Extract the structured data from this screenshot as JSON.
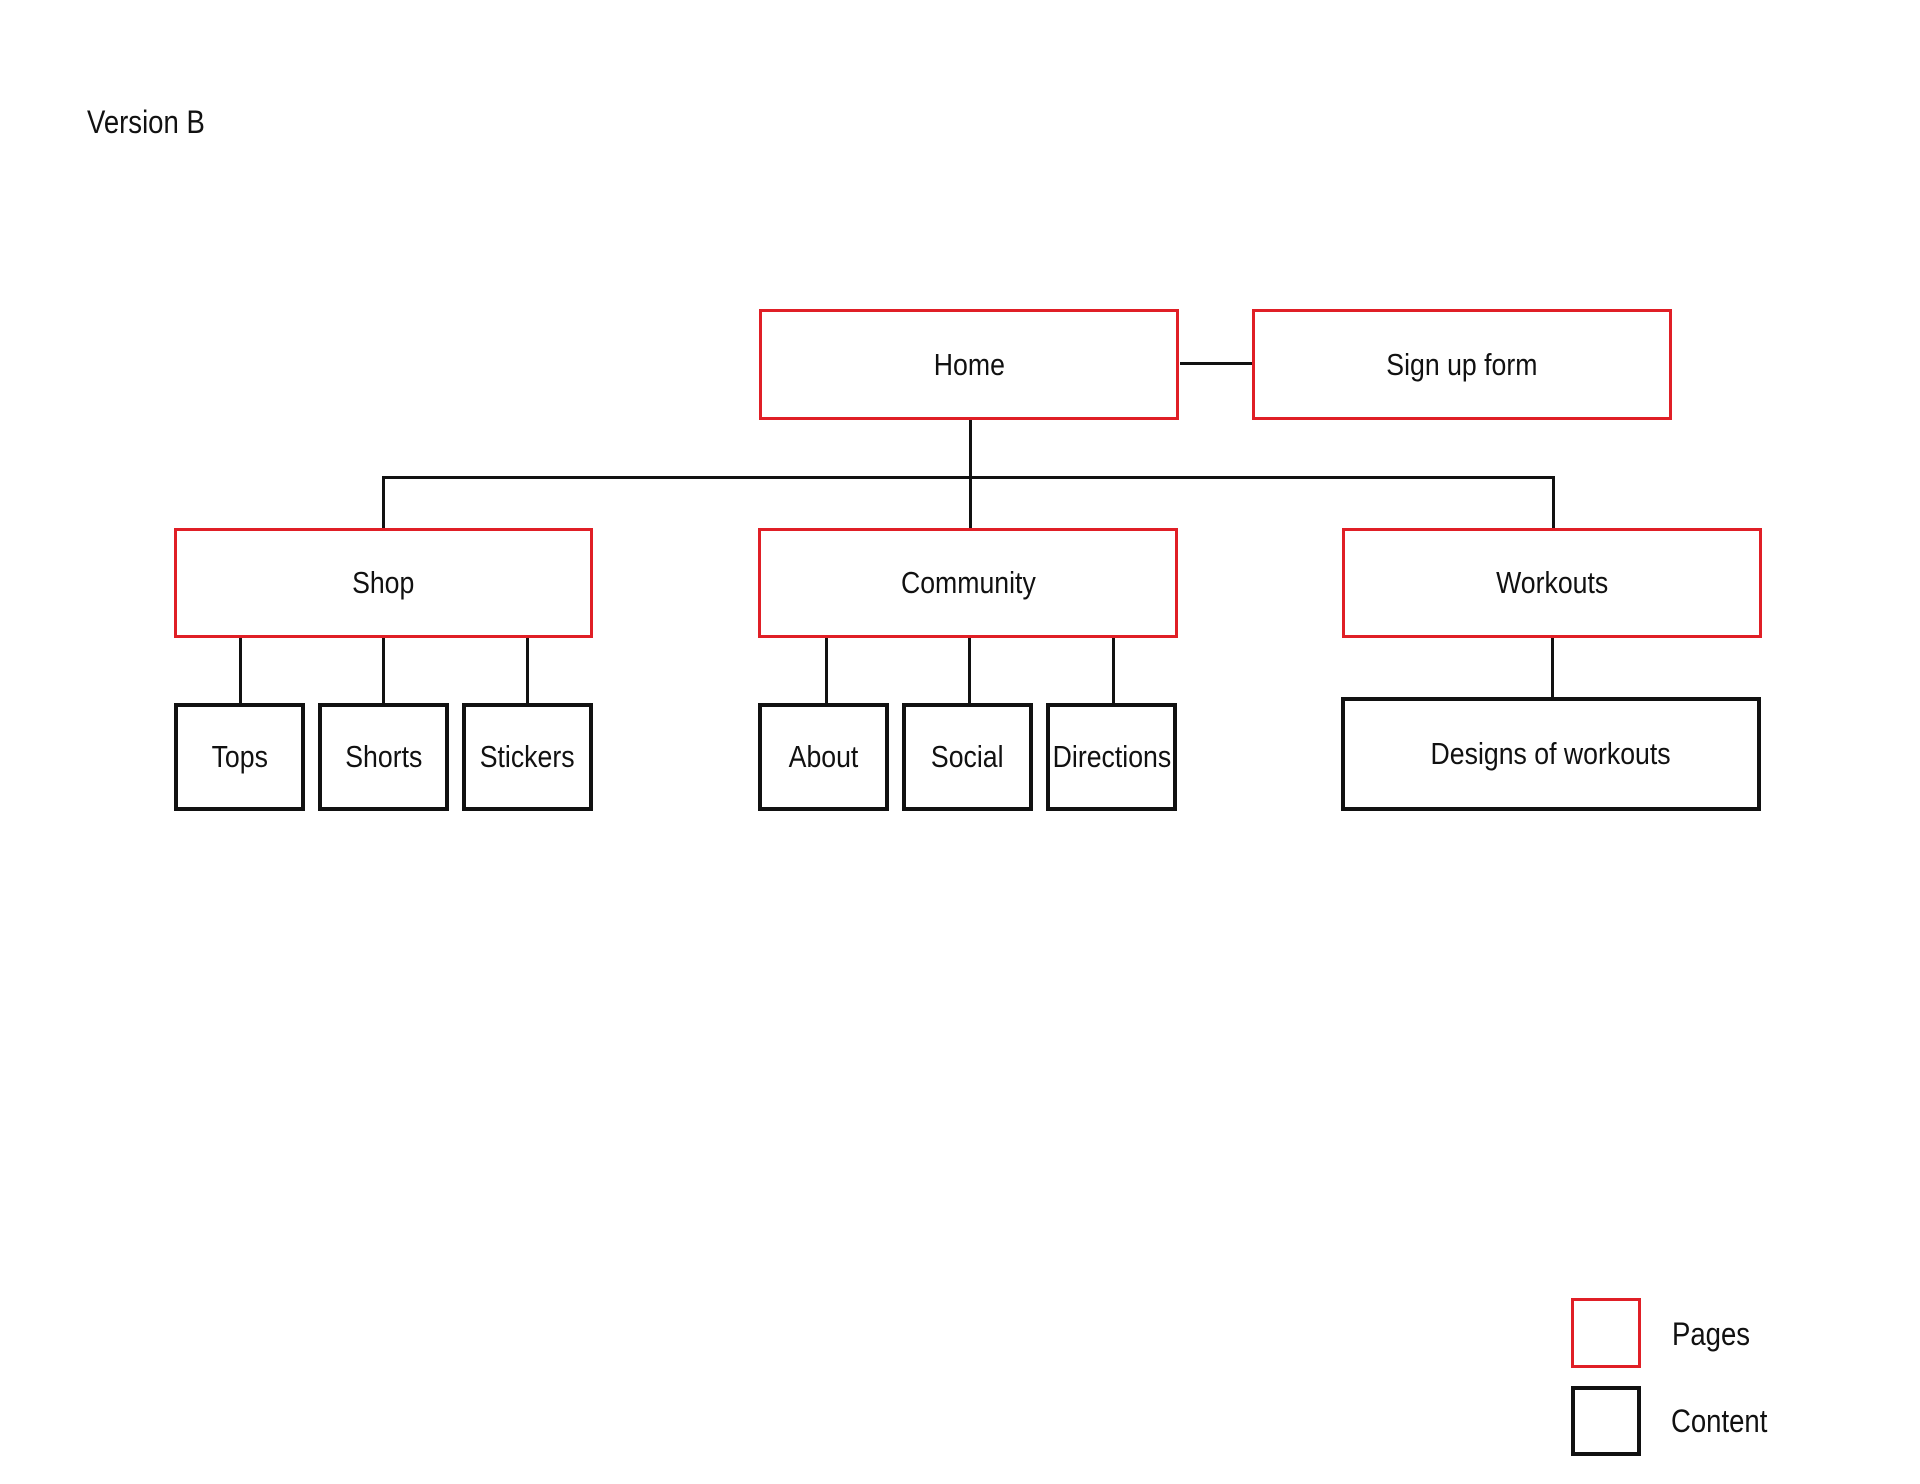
{
  "diagram": {
    "title": "Version B",
    "nodes": {
      "home": "Home",
      "signup": "Sign up form",
      "shop": "Shop",
      "community": "Community",
      "workouts": "Workouts",
      "tops": "Tops",
      "shorts": "Shorts",
      "stickers": "Stickers",
      "about": "About",
      "social": "Social",
      "directions": "Directions",
      "designs": "Designs of workouts"
    },
    "edges": [
      [
        "Home",
        "Sign up form"
      ],
      [
        "Home",
        "Shop"
      ],
      [
        "Home",
        "Community"
      ],
      [
        "Home",
        "Workouts"
      ],
      [
        "Shop",
        "Tops"
      ],
      [
        "Shop",
        "Shorts"
      ],
      [
        "Shop",
        "Stickers"
      ],
      [
        "Community",
        "About"
      ],
      [
        "Community",
        "Social"
      ],
      [
        "Community",
        "Directions"
      ],
      [
        "Workouts",
        "Designs of workouts"
      ]
    ],
    "legend": {
      "pages": "Pages",
      "content": "Content"
    },
    "colors": {
      "page_border": "#e01f26",
      "content_border": "#111111"
    }
  }
}
